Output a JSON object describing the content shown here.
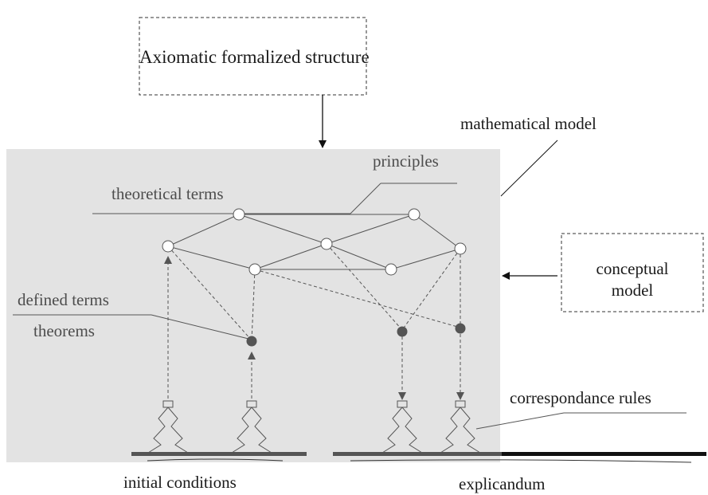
{
  "diagram": {
    "top_box": {
      "label": "Axiomatic formalized structure"
    },
    "labels": {
      "mathematical_model": "mathematical model",
      "principles": "principles",
      "theoretical_terms": "theoretical terms",
      "conceptual_model": "conceptual\nmodel",
      "defined_terms": "defined terms",
      "theorems": "theorems",
      "correspondance_rules": "correspondance rules",
      "initial_conditions": "initial conditions",
      "explicandum": "explicandum"
    },
    "colors": {
      "model_fill": "#e3e3e3",
      "line": "#555555",
      "text_dark": "#1a1a1a",
      "text_grey": "#4d4d4d",
      "node_fill": "#ffffff",
      "theorem_node_fill": "#555555",
      "ground_bar": "#555555",
      "ground_bar_dark": "#111111"
    }
  }
}
